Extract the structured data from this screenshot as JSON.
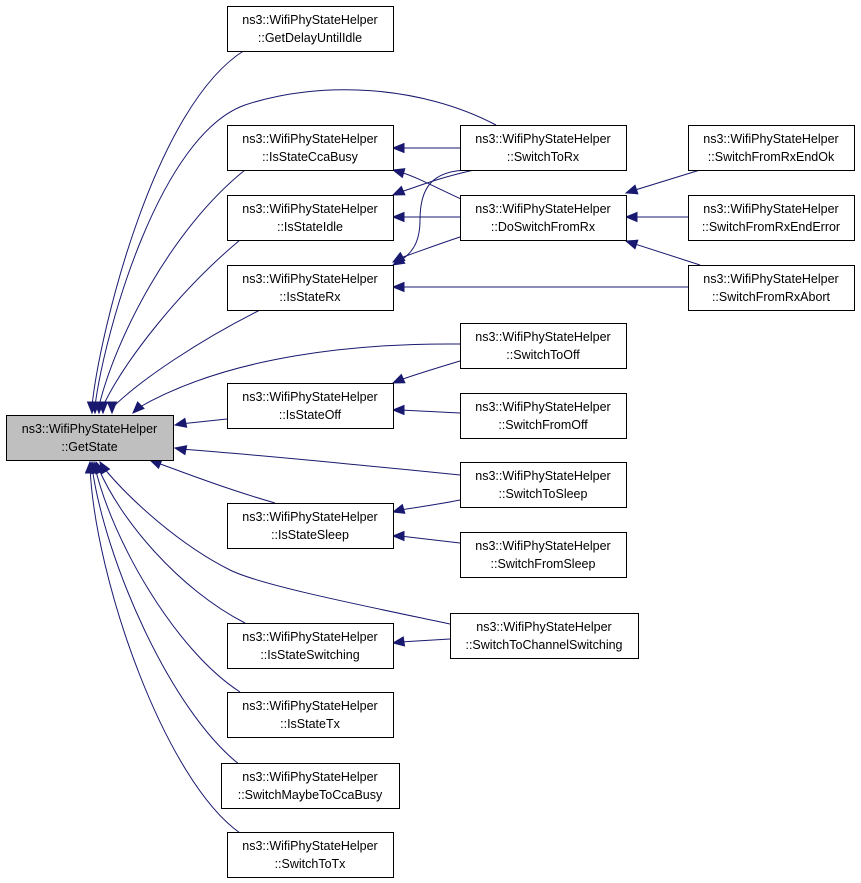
{
  "colors": {
    "edge": "#191970",
    "focus_fill": "#bfbfbf",
    "node_fill": "#ffffff",
    "node_border": "#000000"
  },
  "nodes": {
    "get_state": {
      "line1": "ns3::WifiPhyStateHelper",
      "line2": "::GetState"
    },
    "get_delay_until_idle": {
      "line1": "ns3::WifiPhyStateHelper",
      "line2": "::GetDelayUntilIdle"
    },
    "is_state_cca_busy": {
      "line1": "ns3::WifiPhyStateHelper",
      "line2": "::IsStateCcaBusy"
    },
    "is_state_idle": {
      "line1": "ns3::WifiPhyStateHelper",
      "line2": "::IsStateIdle"
    },
    "is_state_rx": {
      "line1": "ns3::WifiPhyStateHelper",
      "line2": "::IsStateRx"
    },
    "is_state_off": {
      "line1": "ns3::WifiPhyStateHelper",
      "line2": "::IsStateOff"
    },
    "is_state_sleep": {
      "line1": "ns3::WifiPhyStateHelper",
      "line2": "::IsStateSleep"
    },
    "is_state_switching": {
      "line1": "ns3::WifiPhyStateHelper",
      "line2": "::IsStateSwitching"
    },
    "is_state_tx": {
      "line1": "ns3::WifiPhyStateHelper",
      "line2": "::IsStateTx"
    },
    "switch_maybe_to_cca_busy": {
      "line1": "ns3::WifiPhyStateHelper",
      "line2": "::SwitchMaybeToCcaBusy"
    },
    "switch_to_tx": {
      "line1": "ns3::WifiPhyStateHelper",
      "line2": "::SwitchToTx"
    },
    "switch_to_rx": {
      "line1": "ns3::WifiPhyStateHelper",
      "line2": "::SwitchToRx"
    },
    "do_switch_from_rx": {
      "line1": "ns3::WifiPhyStateHelper",
      "line2": "::DoSwitchFromRx"
    },
    "switch_to_off": {
      "line1": "ns3::WifiPhyStateHelper",
      "line2": "::SwitchToOff"
    },
    "switch_from_off": {
      "line1": "ns3::WifiPhyStateHelper",
      "line2": "::SwitchFromOff"
    },
    "switch_to_sleep": {
      "line1": "ns3::WifiPhyStateHelper",
      "line2": "::SwitchToSleep"
    },
    "switch_from_sleep": {
      "line1": "ns3::WifiPhyStateHelper",
      "line2": "::SwitchFromSleep"
    },
    "switch_to_channel_switching": {
      "line1": "ns3::WifiPhyStateHelper",
      "line2": "::SwitchToChannelSwitching"
    },
    "switch_from_rx_end_ok": {
      "line1": "ns3::WifiPhyStateHelper",
      "line2": "::SwitchFromRxEndOk"
    },
    "switch_from_rx_end_error": {
      "line1": "ns3::WifiPhyStateHelper",
      "line2": "::SwitchFromRxEndError"
    },
    "switch_from_rx_abort": {
      "line1": "ns3::WifiPhyStateHelper",
      "line2": "::SwitchFromRxAbort"
    }
  },
  "edges": [
    {
      "from": "get_delay_until_idle",
      "to": "get_state"
    },
    {
      "from": "switch_to_rx",
      "to": "get_state"
    },
    {
      "from": "is_state_cca_busy",
      "to": "get_state"
    },
    {
      "from": "is_state_idle",
      "to": "get_state"
    },
    {
      "from": "is_state_rx",
      "to": "get_state"
    },
    {
      "from": "switch_to_off",
      "to": "get_state"
    },
    {
      "from": "is_state_off",
      "to": "get_state"
    },
    {
      "from": "switch_to_sleep",
      "to": "get_state"
    },
    {
      "from": "is_state_sleep",
      "to": "get_state"
    },
    {
      "from": "switch_to_channel_switching",
      "to": "get_state"
    },
    {
      "from": "is_state_switching",
      "to": "get_state"
    },
    {
      "from": "is_state_tx",
      "to": "get_state"
    },
    {
      "from": "switch_maybe_to_cca_busy",
      "to": "get_state"
    },
    {
      "from": "switch_to_tx",
      "to": "get_state"
    },
    {
      "from": "switch_to_rx",
      "to": "is_state_cca_busy"
    },
    {
      "from": "do_switch_from_rx",
      "to": "is_state_cca_busy"
    },
    {
      "from": "switch_to_rx",
      "to": "is_state_idle"
    },
    {
      "from": "do_switch_from_rx",
      "to": "is_state_idle"
    },
    {
      "from": "switch_to_rx",
      "to": "is_state_rx"
    },
    {
      "from": "do_switch_from_rx",
      "to": "is_state_rx"
    },
    {
      "from": "switch_from_rx_abort",
      "to": "is_state_rx"
    },
    {
      "from": "switch_from_rx_end_ok",
      "to": "do_switch_from_rx"
    },
    {
      "from": "switch_from_rx_end_error",
      "to": "do_switch_from_rx"
    },
    {
      "from": "switch_from_rx_abort",
      "to": "do_switch_from_rx"
    },
    {
      "from": "switch_to_off",
      "to": "is_state_off"
    },
    {
      "from": "switch_from_off",
      "to": "is_state_off"
    },
    {
      "from": "switch_to_sleep",
      "to": "is_state_sleep"
    },
    {
      "from": "switch_from_sleep",
      "to": "is_state_sleep"
    },
    {
      "from": "switch_to_channel_switching",
      "to": "is_state_switching"
    }
  ]
}
